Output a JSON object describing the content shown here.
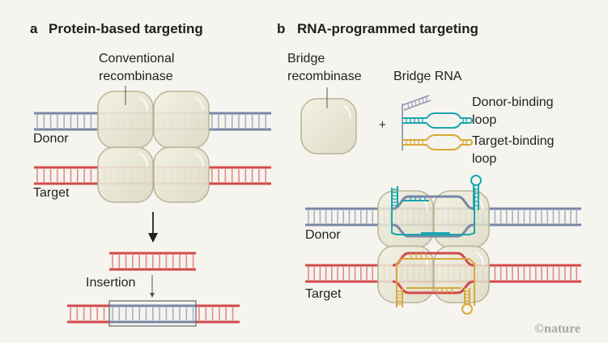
{
  "panel_a": {
    "letter": "a",
    "title": "Protein-based targeting",
    "recombinase_label_1": "Conventional",
    "recombinase_label_2": "recombinase",
    "donor_label": "Donor",
    "target_label": "Target",
    "insertion_label": "Insertion"
  },
  "panel_b": {
    "letter": "b",
    "title": "RNA-programmed targeting",
    "recombinase_label_1": "Bridge",
    "recombinase_label_2": "recombinase",
    "rna_label": "Bridge RNA",
    "plus": "+",
    "donor_loop_label_1": "Donor-binding",
    "donor_loop_label_2": "loop",
    "target_loop_label_1": "Target-binding",
    "target_loop_label_2": "loop",
    "donor_label": "Donor",
    "target_label": "Target"
  },
  "credit": "©nature",
  "colors": {
    "background": "#f5f4ee",
    "donor_dna": "#7a86a6",
    "target_dna": "#d24a4a",
    "donor_loop": "#1aa6b0",
    "target_loop": "#d9a93a",
    "protein": "#e6e4d0",
    "protein_edge": "#b7b597"
  }
}
